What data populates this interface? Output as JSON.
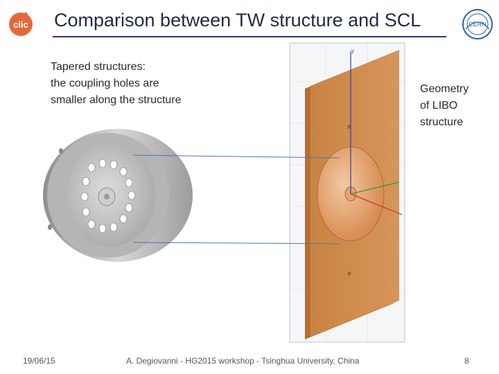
{
  "slide": {
    "title": "Comparison between TW structure and SCL",
    "left_text": [
      "Tapered structures:",
      "the coupling holes are",
      "smaller along the structure"
    ],
    "right_text": [
      "Geometry",
      "of LIBO",
      "structure"
    ],
    "logos": {
      "left": "CLIC logo",
      "left_text": "clic",
      "right": "CERN logo",
      "right_text": "CERN"
    },
    "figure_axis_label": "y"
  },
  "footer": {
    "date": "19/06/15",
    "center": "A. Degiovanni - HG2015 workshop - Tsinghua University, China",
    "page": "8"
  },
  "colors": {
    "title": "#1f2a44",
    "rule": "#1f3b73",
    "copper": "#d08a4a",
    "metal": "#c8c8c8"
  }
}
